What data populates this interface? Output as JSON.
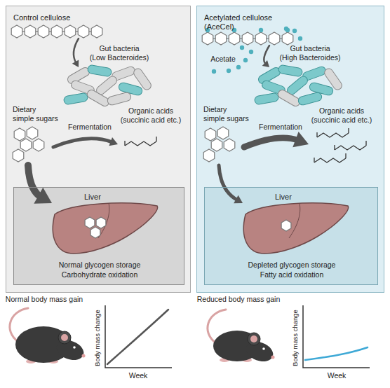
{
  "diagram": {
    "nodes": [
      {
        "text": [
          "Control cellulose"
        ]
      },
      {
        "text": [
          "Liver",
          "Normal glycogen storage",
          "Carbohydrate oxidation"
        ],
        "in": 0
      },
      {
        "text": [
          "Acetylated cellulose",
          "(AceCel)"
        ]
      },
      {
        "text": [
          "Liver",
          "Depleted glycogen storage",
          "Fatty acid oxidation"
        ],
        "in": 2
      }
    ],
    "labels": [
      "Gut bacteria",
      "(Low Bacteroides)",
      "Dietary",
      "simple sugars",
      "Organic acids",
      "(succinic acid etc.)",
      "Fermentation",
      "Acetate",
      "Gut bacteria",
      "(High Bacteroides)",
      "Dietary",
      "simple sugars",
      "Organic acids",
      "(succinic acid etc.)",
      "Fermentation",
      "Normal body mass gain",
      "Body mass change",
      "Week",
      "Reduced body mass gain",
      "Body mass change",
      "Week"
    ]
  }
}
